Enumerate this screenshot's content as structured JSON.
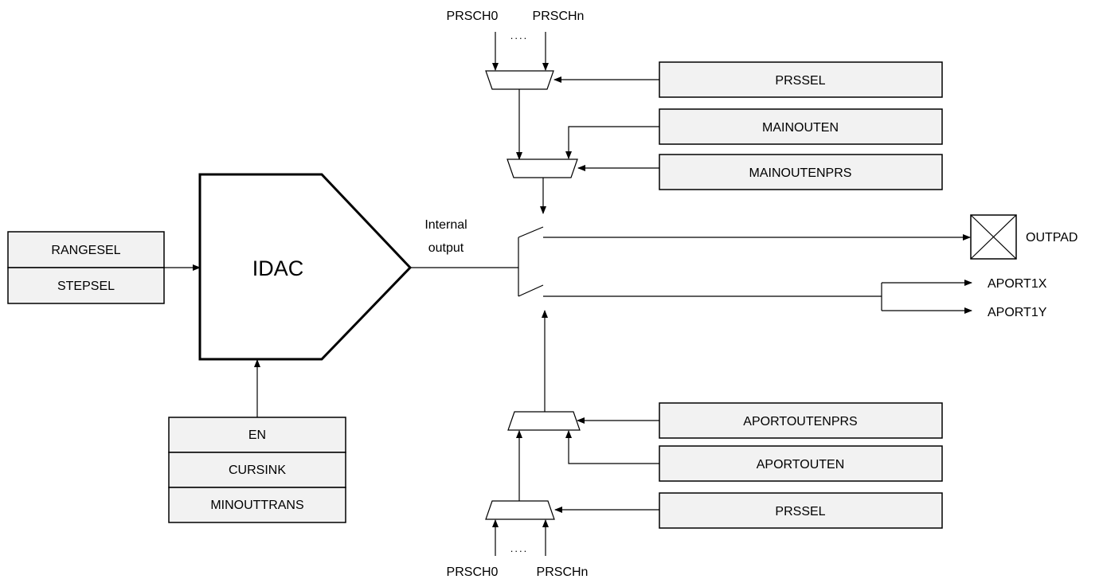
{
  "idac": {
    "label": "IDAC"
  },
  "internal_output": {
    "line1": "Internal",
    "line2": "output"
  },
  "left_registers": [
    "RANGESEL",
    "STEPSEL"
  ],
  "bottom_registers": [
    "EN",
    "CURSINK",
    "MINOUTTRANS"
  ],
  "top_mux": {
    "inputs": {
      "first": "PRSCH0",
      "last": "PRSCHn",
      "ellipsis": "...."
    },
    "prssel": "PRSSEL",
    "mainouten": "MAINOUTEN",
    "mainoutenprs": "MAINOUTENPRS"
  },
  "bottom_mux": {
    "inputs": {
      "first": "PRSCH0",
      "last": "PRSCHn",
      "ellipsis": "...."
    },
    "prssel": "PRSSEL",
    "aportouten": "APORTOUTEN",
    "aportoutenprs": "APORTOUTENPRS"
  },
  "outputs": {
    "outpad": "OUTPAD",
    "aport1x": "APORT1X",
    "aport1y": "APORT1Y"
  }
}
